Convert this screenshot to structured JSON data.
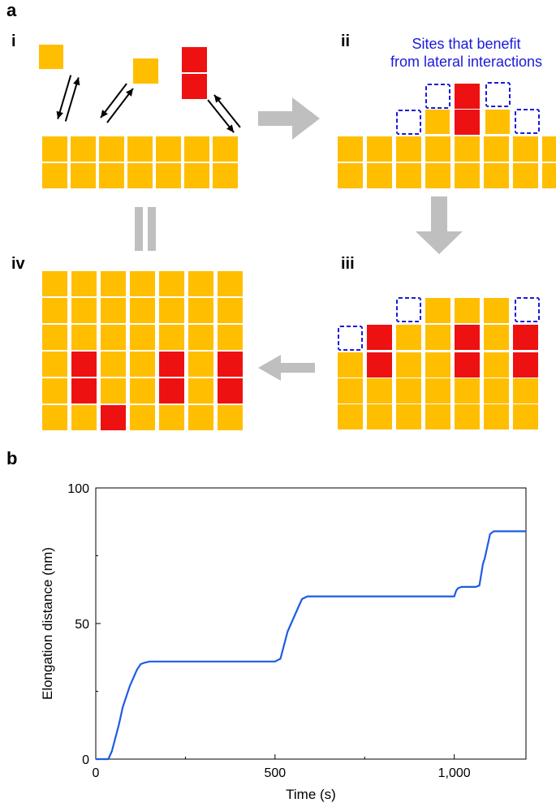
{
  "panel_a": {
    "label": "a",
    "roman": {
      "i": "i",
      "ii": "ii",
      "iii": "iii",
      "iv": "iv"
    },
    "note_line1": "Sites that benefit",
    "note_line2": "from lateral interactions",
    "colors": {
      "subunit": "#FFBE00",
      "highlight": "#EE1111",
      "site": "#1a1adc",
      "arrow": "#BFBFBF"
    }
  },
  "panel_b": {
    "label": "b",
    "chart_data": {
      "type": "line",
      "xlabel": "Time (s)",
      "ylabel": "Elongation distance (nm)",
      "xlim": [
        0,
        1200
      ],
      "ylim": [
        0,
        100
      ],
      "xticks": [
        0,
        500,
        1000
      ],
      "xtick_labels": [
        "0",
        "500",
        "1,000"
      ],
      "yticks": [
        0,
        50,
        100
      ],
      "ytick_labels": [
        "0",
        "50",
        "100"
      ],
      "color": "#1E5BE6",
      "x": [
        0,
        35,
        45,
        55,
        65,
        75,
        85,
        95,
        105,
        115,
        125,
        135,
        150,
        200,
        300,
        400,
        500,
        515,
        525,
        535,
        545,
        555,
        565,
        575,
        590,
        700,
        800,
        900,
        1000,
        1005,
        1010,
        1020,
        1060,
        1070,
        1075,
        1080,
        1085,
        1090,
        1095,
        1100,
        1110,
        1150,
        1200
      ],
      "y": [
        0,
        0,
        3,
        8,
        13,
        19,
        23,
        27,
        30,
        33,
        35,
        35.5,
        36,
        36,
        36,
        36,
        36,
        37,
        42,
        47,
        50,
        53,
        56,
        59,
        60,
        60,
        60,
        60,
        60,
        62,
        63,
        63.5,
        63.5,
        64,
        68,
        72,
        74,
        77,
        80,
        83,
        84,
        84,
        84
      ]
    }
  }
}
